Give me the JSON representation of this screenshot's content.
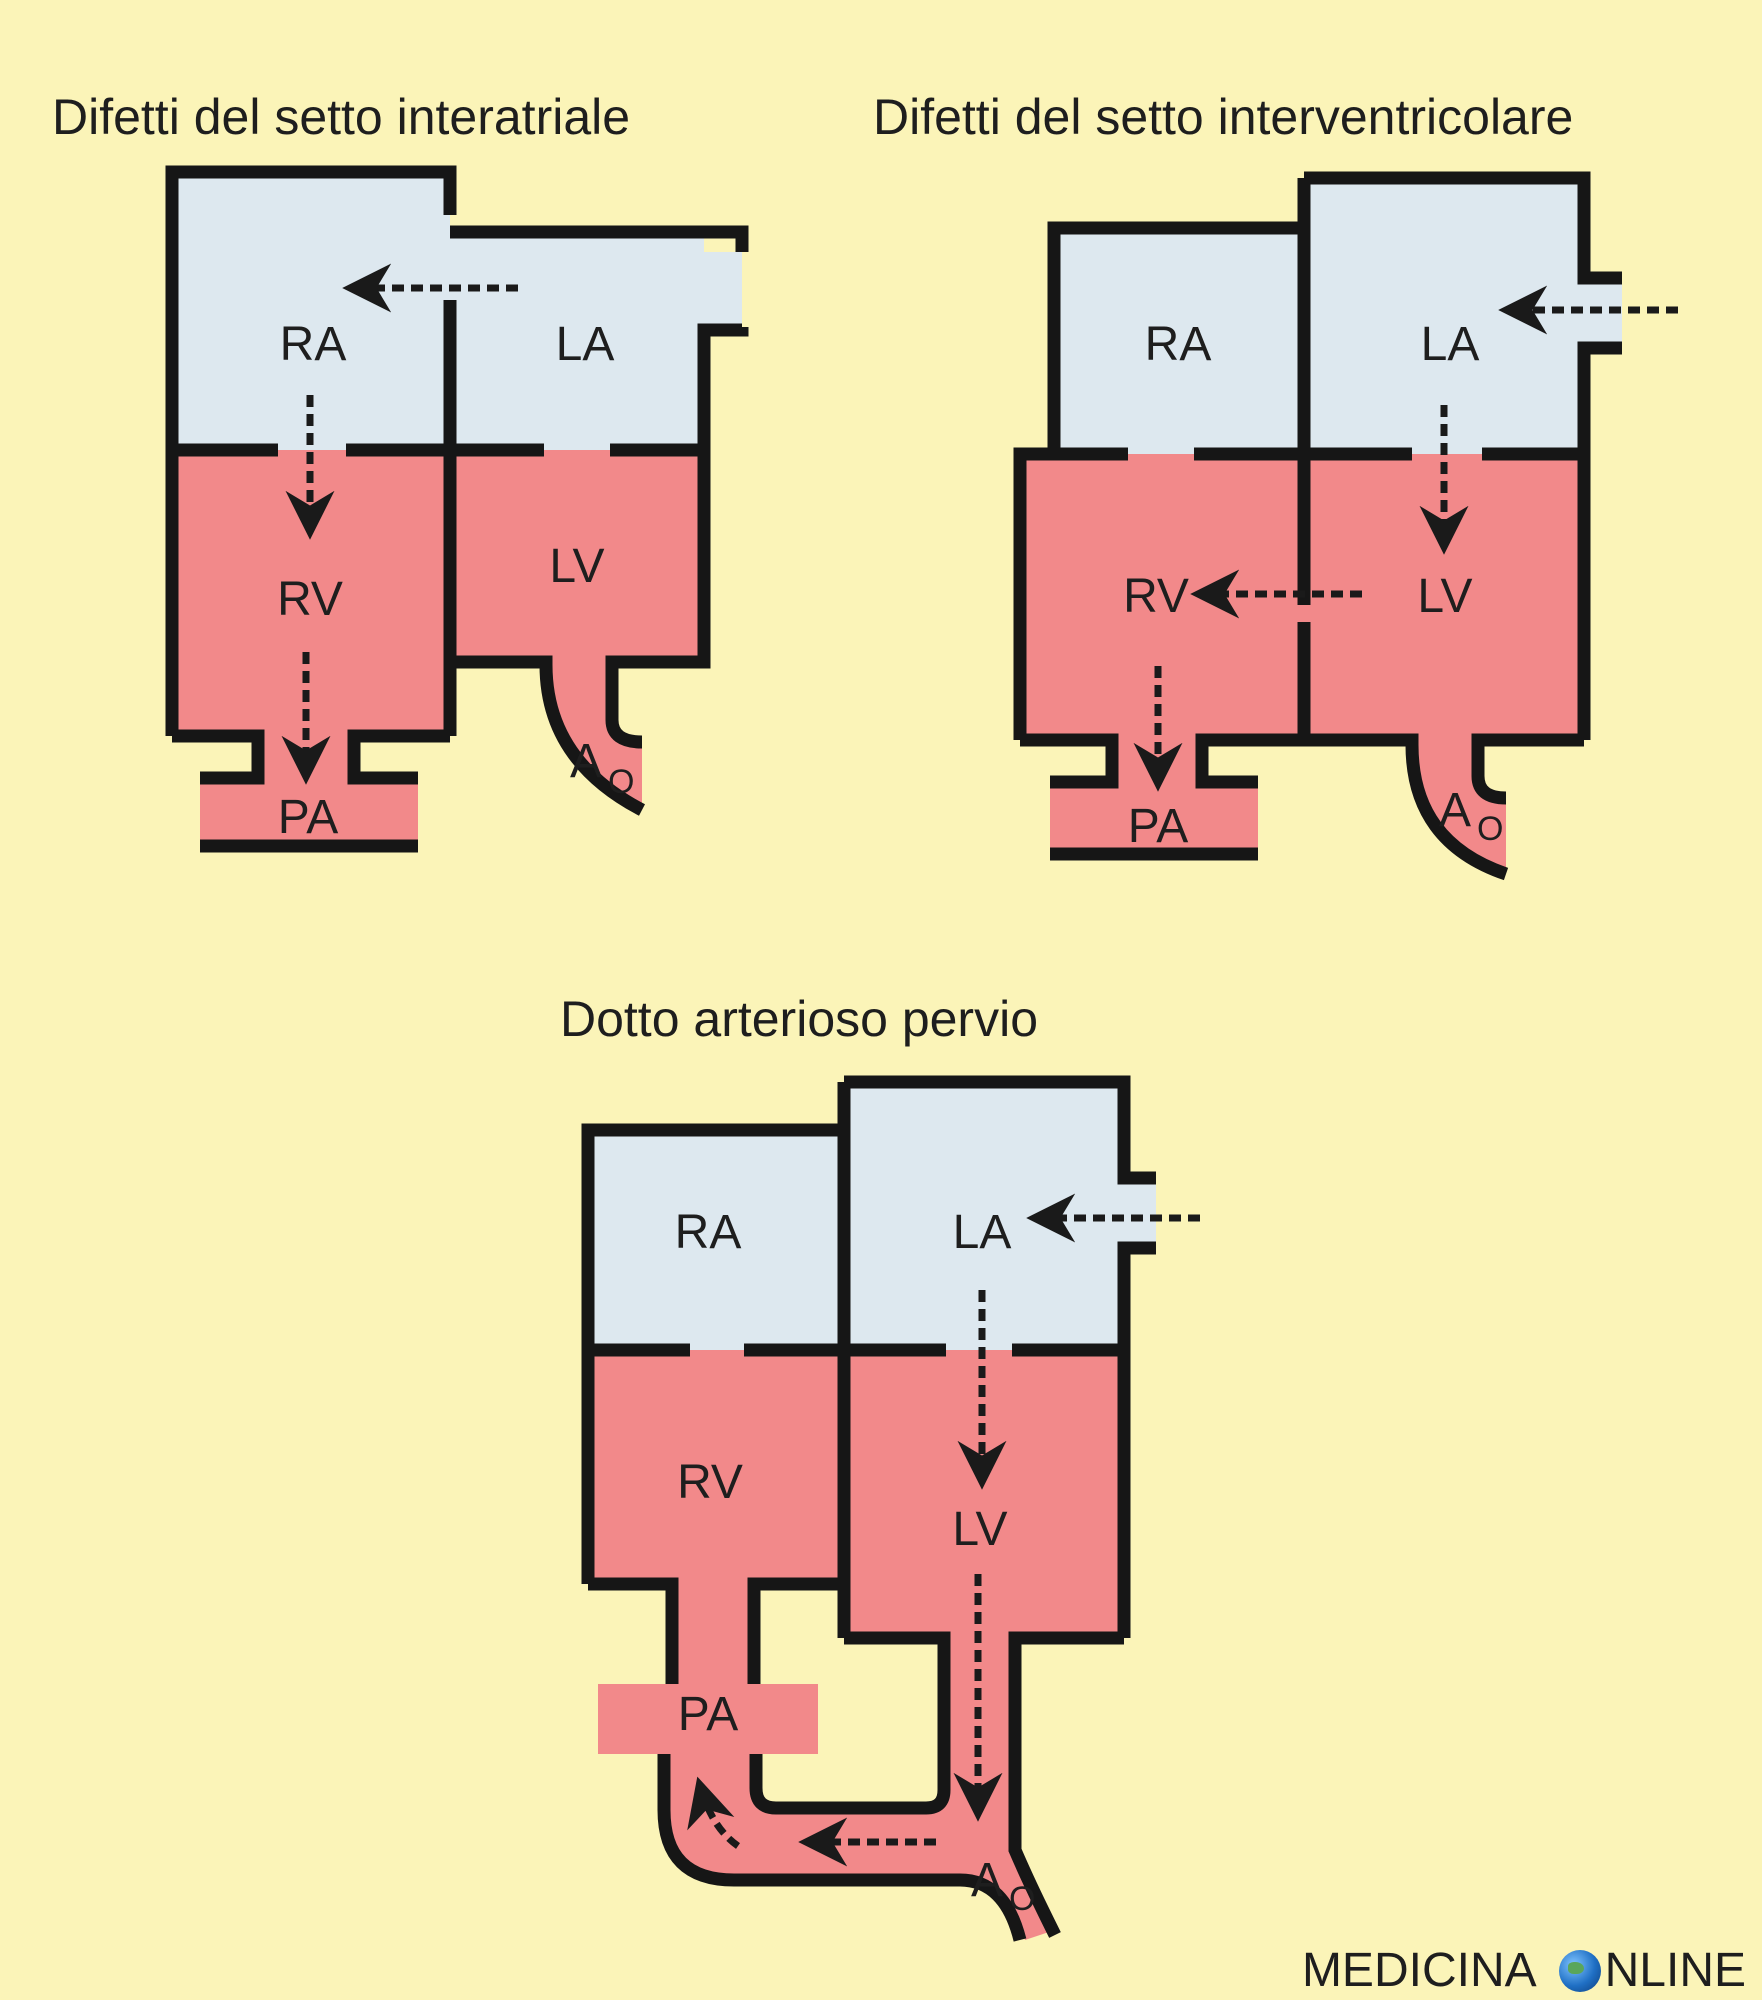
{
  "titles": {
    "asd": "Difetti del setto interatriale",
    "vsd": "Difetti del setto interventricolare",
    "pda": "Dotto arterioso pervio"
  },
  "labels": {
    "ra": "RA",
    "la": "LA",
    "rv": "RV",
    "lv": "LV",
    "pa": "PA",
    "ao_main": "A",
    "ao_sub": "O"
  },
  "footer": {
    "brand_left": "MEDICINA",
    "brand_right": "NLINE"
  },
  "colors": {
    "background": "#fbf4b8",
    "atrium": "#dde8ef",
    "ventricle": "#f2898a",
    "wall": "#161616"
  }
}
